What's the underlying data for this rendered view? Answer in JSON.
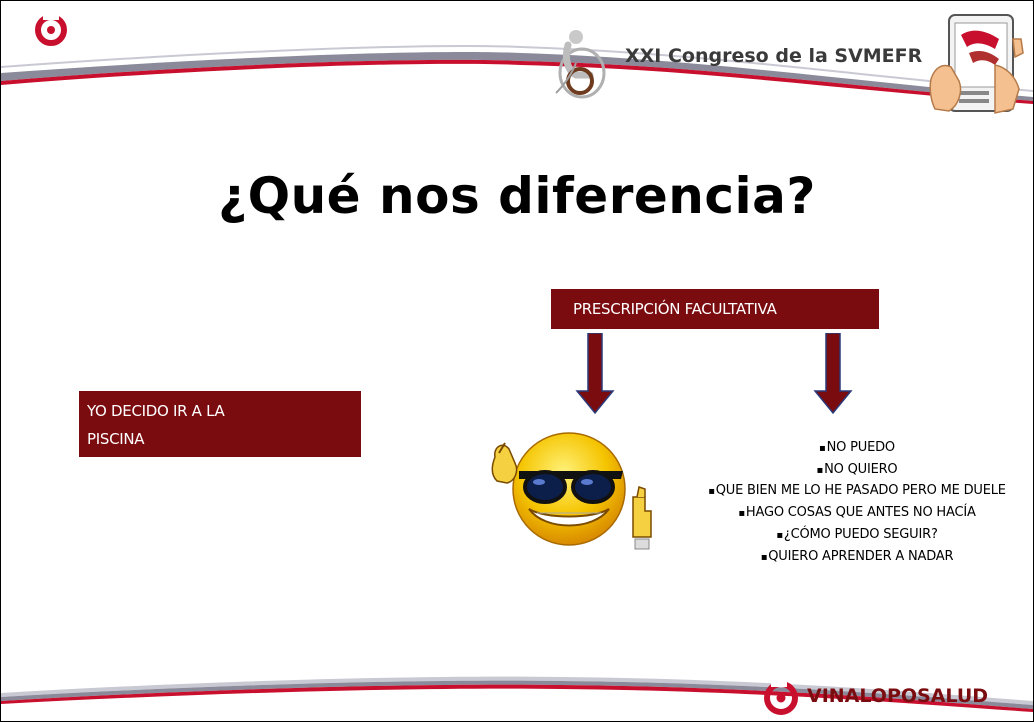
{
  "header": {
    "congress_title": "XXI Congreso de la SVMEFR"
  },
  "title": "¿Qué nos diferencia?",
  "left_box": {
    "line1": "YO DECIDO IR A LA",
    "line2": "PISCINA"
  },
  "top_box": "PRESCRIPCIÓN FACULTATIVA",
  "bullets": [
    "NO PUEDO",
    "NO QUIERO",
    "QUE BIEN ME LO HE PASADO PERO ME DUELE",
    "HAGO COSAS QUE ANTES NO HACÍA",
    "¿CÓMO PUEDO SEGUIR?",
    "QUIERO APRENDER A NADAR"
  ],
  "footer": {
    "brand": "VINALOPOSALUD"
  },
  "colors": {
    "accent": "#7a0c10",
    "brand_red": "#c8102e",
    "band_gray": "#8a8a9a"
  },
  "icons": [
    "corner-logo-icon",
    "congress-logo-icon",
    "tablet-icon",
    "down-arrow-icon",
    "smiley-sunglasses-icon",
    "vinalopo-logo-icon"
  ]
}
